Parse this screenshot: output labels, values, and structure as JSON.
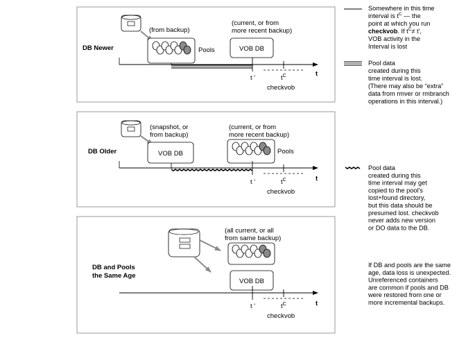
{
  "panels": {
    "newer": {
      "title": "DB Newer",
      "note_top": "(from backup)",
      "pools_label": "Pools",
      "vob_note_line1": "(current, or from",
      "vob_note_line2": "more recent backup)",
      "vob_label": "VOB DB",
      "t_prime": "t '",
      "tc": "t",
      "tc_sup": "C",
      "t_axis": "t",
      "checkvob": "checkvob"
    },
    "older": {
      "title": "DB Older",
      "note_line1": "(snapshot, or",
      "note_line2": "from backup)",
      "vob_label": "VOB DB",
      "pools_note_line1": "(current, or from",
      "pools_note_line2": "more recent backup)",
      "pools_label": "Pools",
      "t_prime": "t '",
      "tc": "t",
      "tc_sup": "C",
      "t_axis": "t",
      "checkvob": "checkvob"
    },
    "same": {
      "title_line1": "DB and Pools",
      "title_line2": "the Same Age",
      "note_line1": "(all current, or all",
      "note_line2": "from same backup)",
      "vob_label": "VOB DB",
      "t_prime": "t '",
      "tc": "t",
      "tc_sup": "C",
      "t_axis": "t",
      "checkvob": "checkvob"
    }
  },
  "legend": {
    "thin_line": {
      "l1": "Somewhere in this time",
      "l2a": "interval is t",
      "l2sup": "C",
      "l2b": " — the",
      "l3": "point at which you run",
      "l4a": "checkvob",
      "l4b": ". If t",
      "l4sup": "C",
      "l4c": "≠ t',",
      "l5": "VOB activity in the",
      "l6": "Interval is lost"
    },
    "thick_line": {
      "lines": [
        "Pool data",
        "created during this",
        "time interval is lost.",
        "(There may also be “extra”",
        "data from rmver or rmbranch",
        "operations in this interval.)"
      ]
    },
    "zigzag_line": {
      "lines": [
        "Pool data",
        "created during this",
        "time interval may get",
        "copied to the pool's",
        "lost+found directory,",
        "but this data should be",
        "presumed lost. checkvob",
        "never adds new version",
        "or DO data to the DB."
      ]
    },
    "same_note": {
      "lines": [
        "If DB and pools are the same",
        "age, data loss is unexpected.",
        "Unreferenced containers",
        "are common if pools and DB",
        "were restored from one or",
        "more incremental backups."
      ]
    }
  },
  "colors": {
    "line": "#000000",
    "pool_gray": "#8a8a8a",
    "arrow_gray": "#8a8a8a",
    "frame": "#9a9a9a"
  }
}
